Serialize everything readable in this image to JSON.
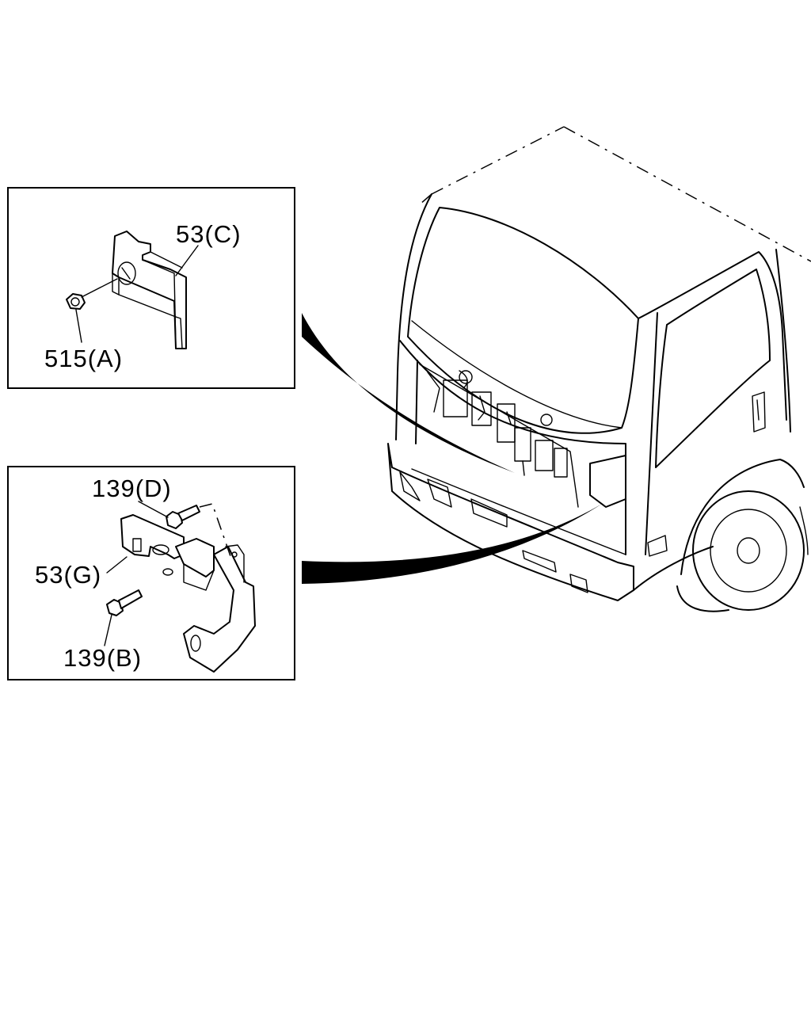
{
  "callouts": {
    "top": {
      "part_53c": "53(C)",
      "part_515a": "515(A)"
    },
    "bottom": {
      "part_139d": "139(D)",
      "part_53g": "53(G)",
      "part_139b": "139(B)"
    }
  },
  "icons": [
    "bracket-53c-icon",
    "nut-515a-icon",
    "bracket-53g-icon",
    "bolt-139d-icon",
    "bolt-139b-icon",
    "truck-cab-icon"
  ]
}
